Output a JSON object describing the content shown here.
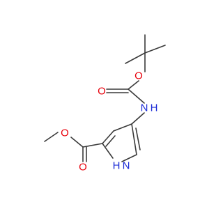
{
  "molecule": {
    "atoms": [
      {
        "label": "O",
        "color": "#e8000b"
      },
      {
        "label": "O",
        "color": "#e8000b"
      },
      {
        "label": "N",
        "color": "#1b2bd6"
      },
      {
        "label": "H",
        "color": "#1b2bd6"
      },
      {
        "label": "O",
        "color": "#e8000b"
      },
      {
        "label": "O",
        "color": "#e8000b"
      },
      {
        "label": "N",
        "color": "#1b2bd6"
      },
      {
        "label": "H",
        "color": "#1b2bd6"
      }
    ],
    "bond_color": "#3a3a3a"
  }
}
